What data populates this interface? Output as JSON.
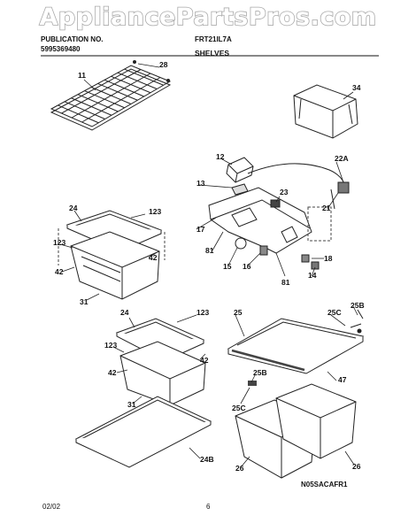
{
  "watermark": "AppliancePartsPros.com",
  "header": {
    "line1_left": "PUBLICATION NO.",
    "line1_right": "FRT21IL7A",
    "line2_left": "5995369480",
    "section_title": "SHELVES"
  },
  "figure_code": "N05SACAFR1",
  "footer": {
    "date": "02/02",
    "page": "6"
  },
  "callouts": [
    "11",
    "28",
    "34",
    "12",
    "22A",
    "13",
    "23",
    "21",
    "17",
    "81",
    "15",
    "16",
    "18",
    "14",
    "81",
    "24",
    "123",
    "123",
    "42",
    "42",
    "31",
    "24",
    "123",
    "123",
    "42",
    "42",
    "31",
    "25",
    "25C",
    "25B",
    "47",
    "25B",
    "25C",
    "26",
    "26",
    "24B"
  ]
}
